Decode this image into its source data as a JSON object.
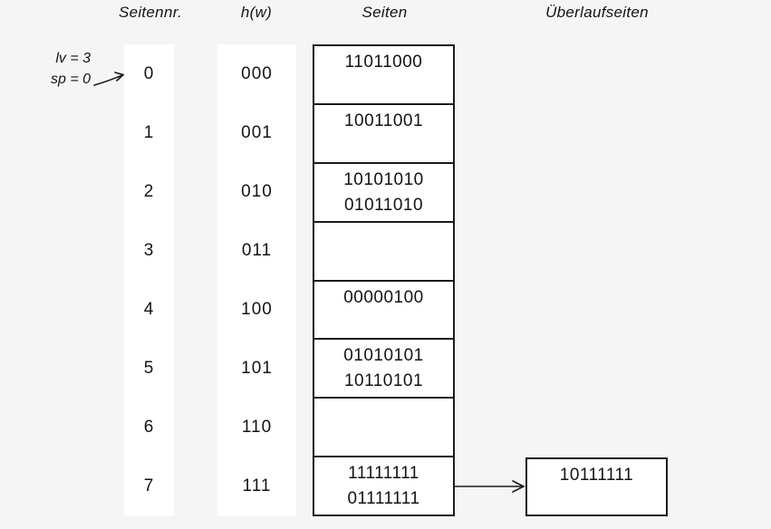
{
  "colors": {
    "background": "#f5f5f5",
    "surface": "#ffffff",
    "ink": "#141414",
    "line": "#1a1a1a"
  },
  "headers": {
    "page_number": "Seitennr.",
    "hash": "h(w)",
    "pages": "Seiten",
    "overflow_pages": "Überlaufseiten"
  },
  "annotation": {
    "lv": "lv = 3",
    "sp": "sp = 0"
  },
  "icons": {
    "sp_pointer": "arrow-up-right-icon",
    "overflow_link": "arrow-right-icon"
  },
  "table": {
    "rows": [
      {
        "page_no": "0",
        "hash": "000",
        "entries": [
          "11011000"
        ]
      },
      {
        "page_no": "1",
        "hash": "001",
        "entries": [
          "10011001"
        ]
      },
      {
        "page_no": "2",
        "hash": "010",
        "entries": [
          "10101010",
          "01011010"
        ]
      },
      {
        "page_no": "3",
        "hash": "011",
        "entries": []
      },
      {
        "page_no": "4",
        "hash": "100",
        "entries": [
          "00000100"
        ]
      },
      {
        "page_no": "5",
        "hash": "101",
        "entries": [
          "01010101",
          "10110101"
        ]
      },
      {
        "page_no": "6",
        "hash": "110",
        "entries": []
      },
      {
        "page_no": "7",
        "hash": "111",
        "entries": [
          "11111111",
          "01111111"
        ]
      }
    ]
  },
  "overflow": {
    "linked_page_no": "7",
    "entries": [
      "10111111"
    ]
  }
}
